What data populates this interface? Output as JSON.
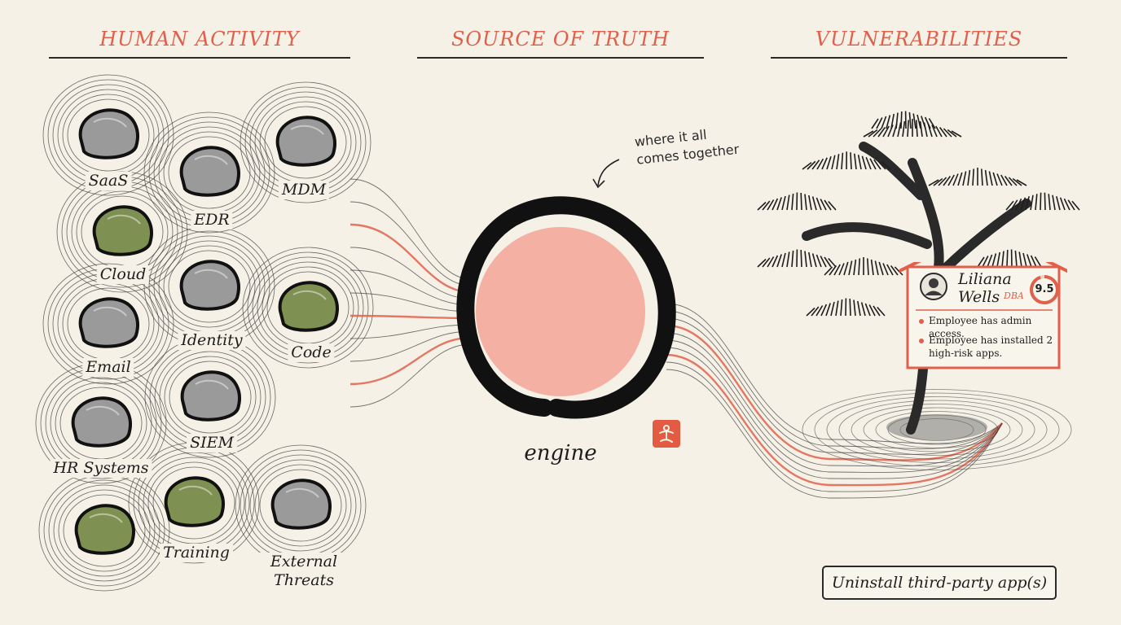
{
  "sections": {
    "left": "HUMAN ACTIVITY",
    "center": "SOURCE OF TRUTH",
    "right": "VULNERABILITIES"
  },
  "stones": [
    {
      "label": "SaaS",
      "color": "grey"
    },
    {
      "label": "EDR",
      "color": "grey"
    },
    {
      "label": "MDM",
      "color": "grey"
    },
    {
      "label": "Cloud",
      "color": "green"
    },
    {
      "label": "Identity",
      "color": "grey"
    },
    {
      "label": "Code",
      "color": "green"
    },
    {
      "label": "Email",
      "color": "grey"
    },
    {
      "label": "SIEM",
      "color": "grey"
    },
    {
      "label": "HR Systems",
      "color": "grey"
    },
    {
      "label": "Training",
      "color": "green"
    },
    {
      "label": "External Threats",
      "color": "grey"
    },
    {
      "label": "",
      "color": "green"
    }
  ],
  "engine": {
    "note": "where it all comes together",
    "label": "engine"
  },
  "profile": {
    "name": "Liliana Wells",
    "role": "DBA",
    "score": "9.5",
    "score_fraction": 0.95,
    "findings": [
      "Employee has admin access.",
      "Employee has installed 2 high-risk apps."
    ]
  },
  "action": {
    "label": "Uninstall third-party app(s)"
  },
  "colors": {
    "accent": "#e0604b",
    "background": "#f5f1e6",
    "ink": "#1e1e1e",
    "stone_grey": "#9a9a9a",
    "stone_green": "#7f9152",
    "engine_fill": "#f4a99a"
  }
}
